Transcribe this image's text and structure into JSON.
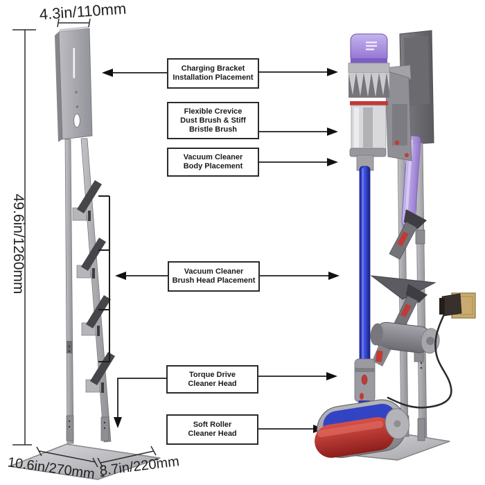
{
  "title": "Vacuum cleaner stand dimension and placement diagram",
  "dimensions": {
    "top_width": "4.3in/110mm",
    "height": "49.6in/1260mm",
    "base_depth": "10.6in/270mm",
    "base_width": "8.7in/220mm"
  },
  "callouts": [
    {
      "lines": [
        "Charging Bracket",
        "Installation Placement"
      ]
    },
    {
      "lines": [
        "Flexible Crevice",
        "Dust Brush & Stiff",
        "Bristle Brush"
      ]
    },
    {
      "lines": [
        "Vacuum Cleaner",
        "Body Placement"
      ]
    },
    {
      "lines": [
        "Vacuum Cleaner",
        "Brush Head Placement"
      ]
    },
    {
      "lines": [
        "Torque Drive",
        "Cleaner Head"
      ]
    },
    {
      "lines": [
        "Soft Roller",
        "Cleaner Head"
      ]
    }
  ],
  "colors": {
    "background": "#ffffff",
    "line": "#1c1c1c",
    "dim_text": "#1f1f1f",
    "metal": "#a9a9ae",
    "metal_dark": "#7c7c81",
    "hook_dark": "#46464a",
    "vacuum_purple": "#9d7fd6",
    "purple_band": "#7a5ec4",
    "crevice_purple": "#b39ae0",
    "wand_blue": "#2a3bd0",
    "saddle_blue": "#3243c4",
    "accent_red": "#c23a35",
    "shelf_dark": "#5b5b61",
    "outlet_tan": "#c9ab6f",
    "plug_dark": "#38302c",
    "cord_black": "#2b2b2d"
  }
}
